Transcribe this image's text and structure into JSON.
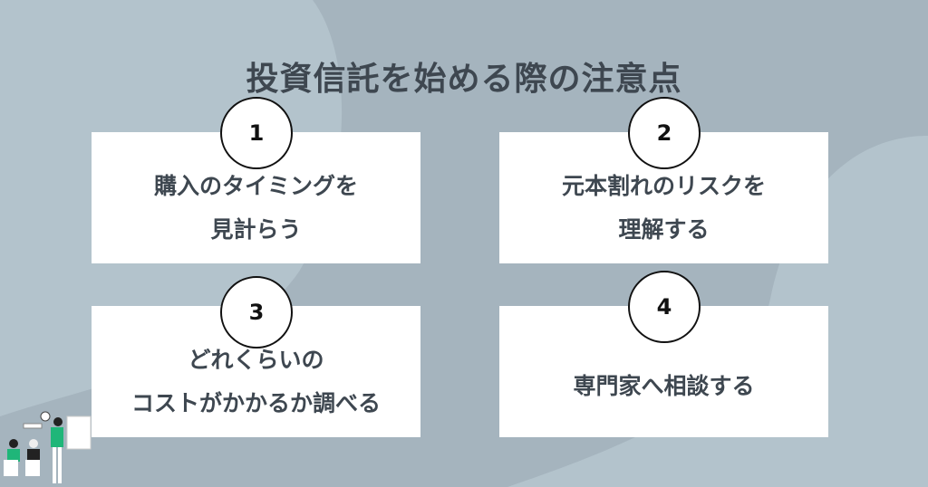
{
  "title": "投資信託を始める際の注意点",
  "items": [
    {
      "number": "1",
      "text": "購入のタイミングを\n見計らう"
    },
    {
      "number": "2",
      "text": "元本割れのリスクを\n理解する"
    },
    {
      "number": "3",
      "text": "どれくらいの\nコストがかかるか調べる"
    },
    {
      "number": "4",
      "text": "専門家へ相談する"
    }
  ],
  "colors": {
    "background": "#a5b4be",
    "blob": "#b3c3cc",
    "text": "#3e4750",
    "accent": "#1fb679"
  }
}
